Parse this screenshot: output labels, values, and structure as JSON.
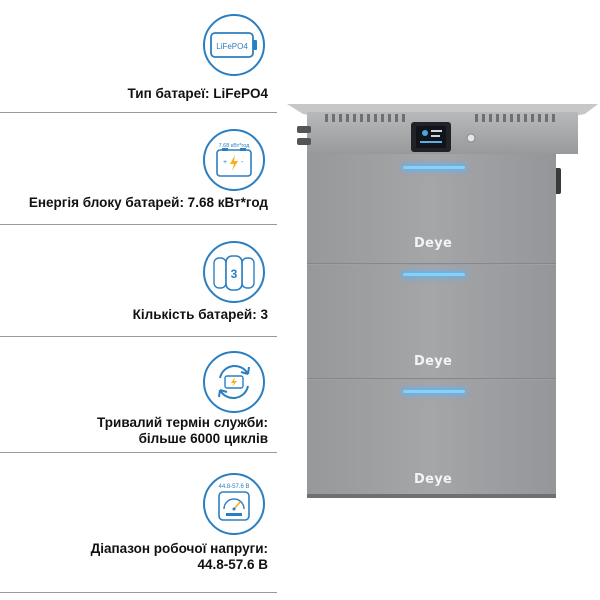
{
  "features": [
    {
      "icon": "lifepo4-battery-icon",
      "icon_text": "LiFePO4",
      "label": "Тип батареї: LiFePO4"
    },
    {
      "icon": "battery-energy-icon",
      "icon_text": "7.68 кВт*год",
      "label": "Енергія блоку батарей:  7.68 кВт*год"
    },
    {
      "icon": "battery-count-icon",
      "icon_text": "3",
      "label": "Кількість батарей: 3"
    },
    {
      "icon": "service-life-cycle-icon",
      "label": "Тривалий термін служби:\nбільше 6000 циклів"
    },
    {
      "icon": "voltage-range-icon",
      "icon_text": "44.8-57.6 В",
      "label": "Діапазон робочої напруги:\n44.8-57.6 В"
    }
  ],
  "product": {
    "brand": "Deye",
    "colors": {
      "body": "#a3a4a6",
      "cap": "#a6a7a9",
      "led": "#7fd3ff",
      "icon_accent": "#2b7fc1"
    }
  }
}
